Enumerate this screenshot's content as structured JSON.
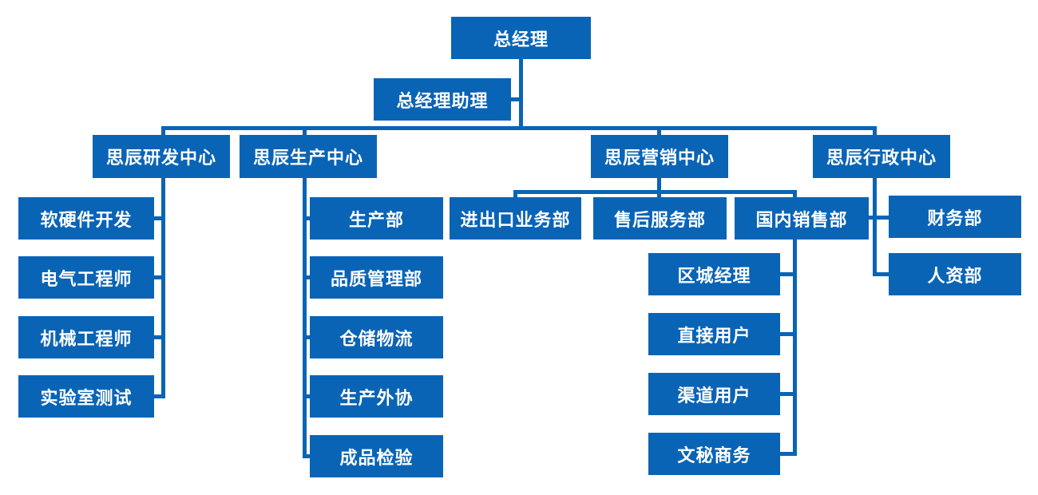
{
  "colors": {
    "accent": "#0a64b6",
    "background": "#ffffff",
    "node_text": "#ffffff"
  },
  "org": {
    "root": {
      "label": "总经理"
    },
    "assistant": {
      "label": "总经理助理"
    },
    "centers": [
      {
        "label": "思辰研发中心",
        "children": [
          {
            "label": "软硬件开发"
          },
          {
            "label": "电气工程师"
          },
          {
            "label": "机械工程师"
          },
          {
            "label": "实验室测试"
          }
        ]
      },
      {
        "label": "思辰生产中心",
        "children": [
          {
            "label": "生产部"
          },
          {
            "label": "品质管理部"
          },
          {
            "label": "仓储物流"
          },
          {
            "label": "生产外协"
          },
          {
            "label": "成品检验"
          }
        ]
      },
      {
        "label": "思辰营销中心",
        "children": [
          {
            "label": "进出口业务部"
          },
          {
            "label": "售后服务部"
          },
          {
            "label": "国内销售部",
            "children": [
              {
                "label": "区城经理"
              },
              {
                "label": "直接用户"
              },
              {
                "label": "渠道用户"
              },
              {
                "label": "文秘商务"
              }
            ]
          }
        ]
      },
      {
        "label": "思辰行政中心",
        "children": [
          {
            "label": "财务部"
          },
          {
            "label": "人资部"
          }
        ]
      }
    ]
  }
}
